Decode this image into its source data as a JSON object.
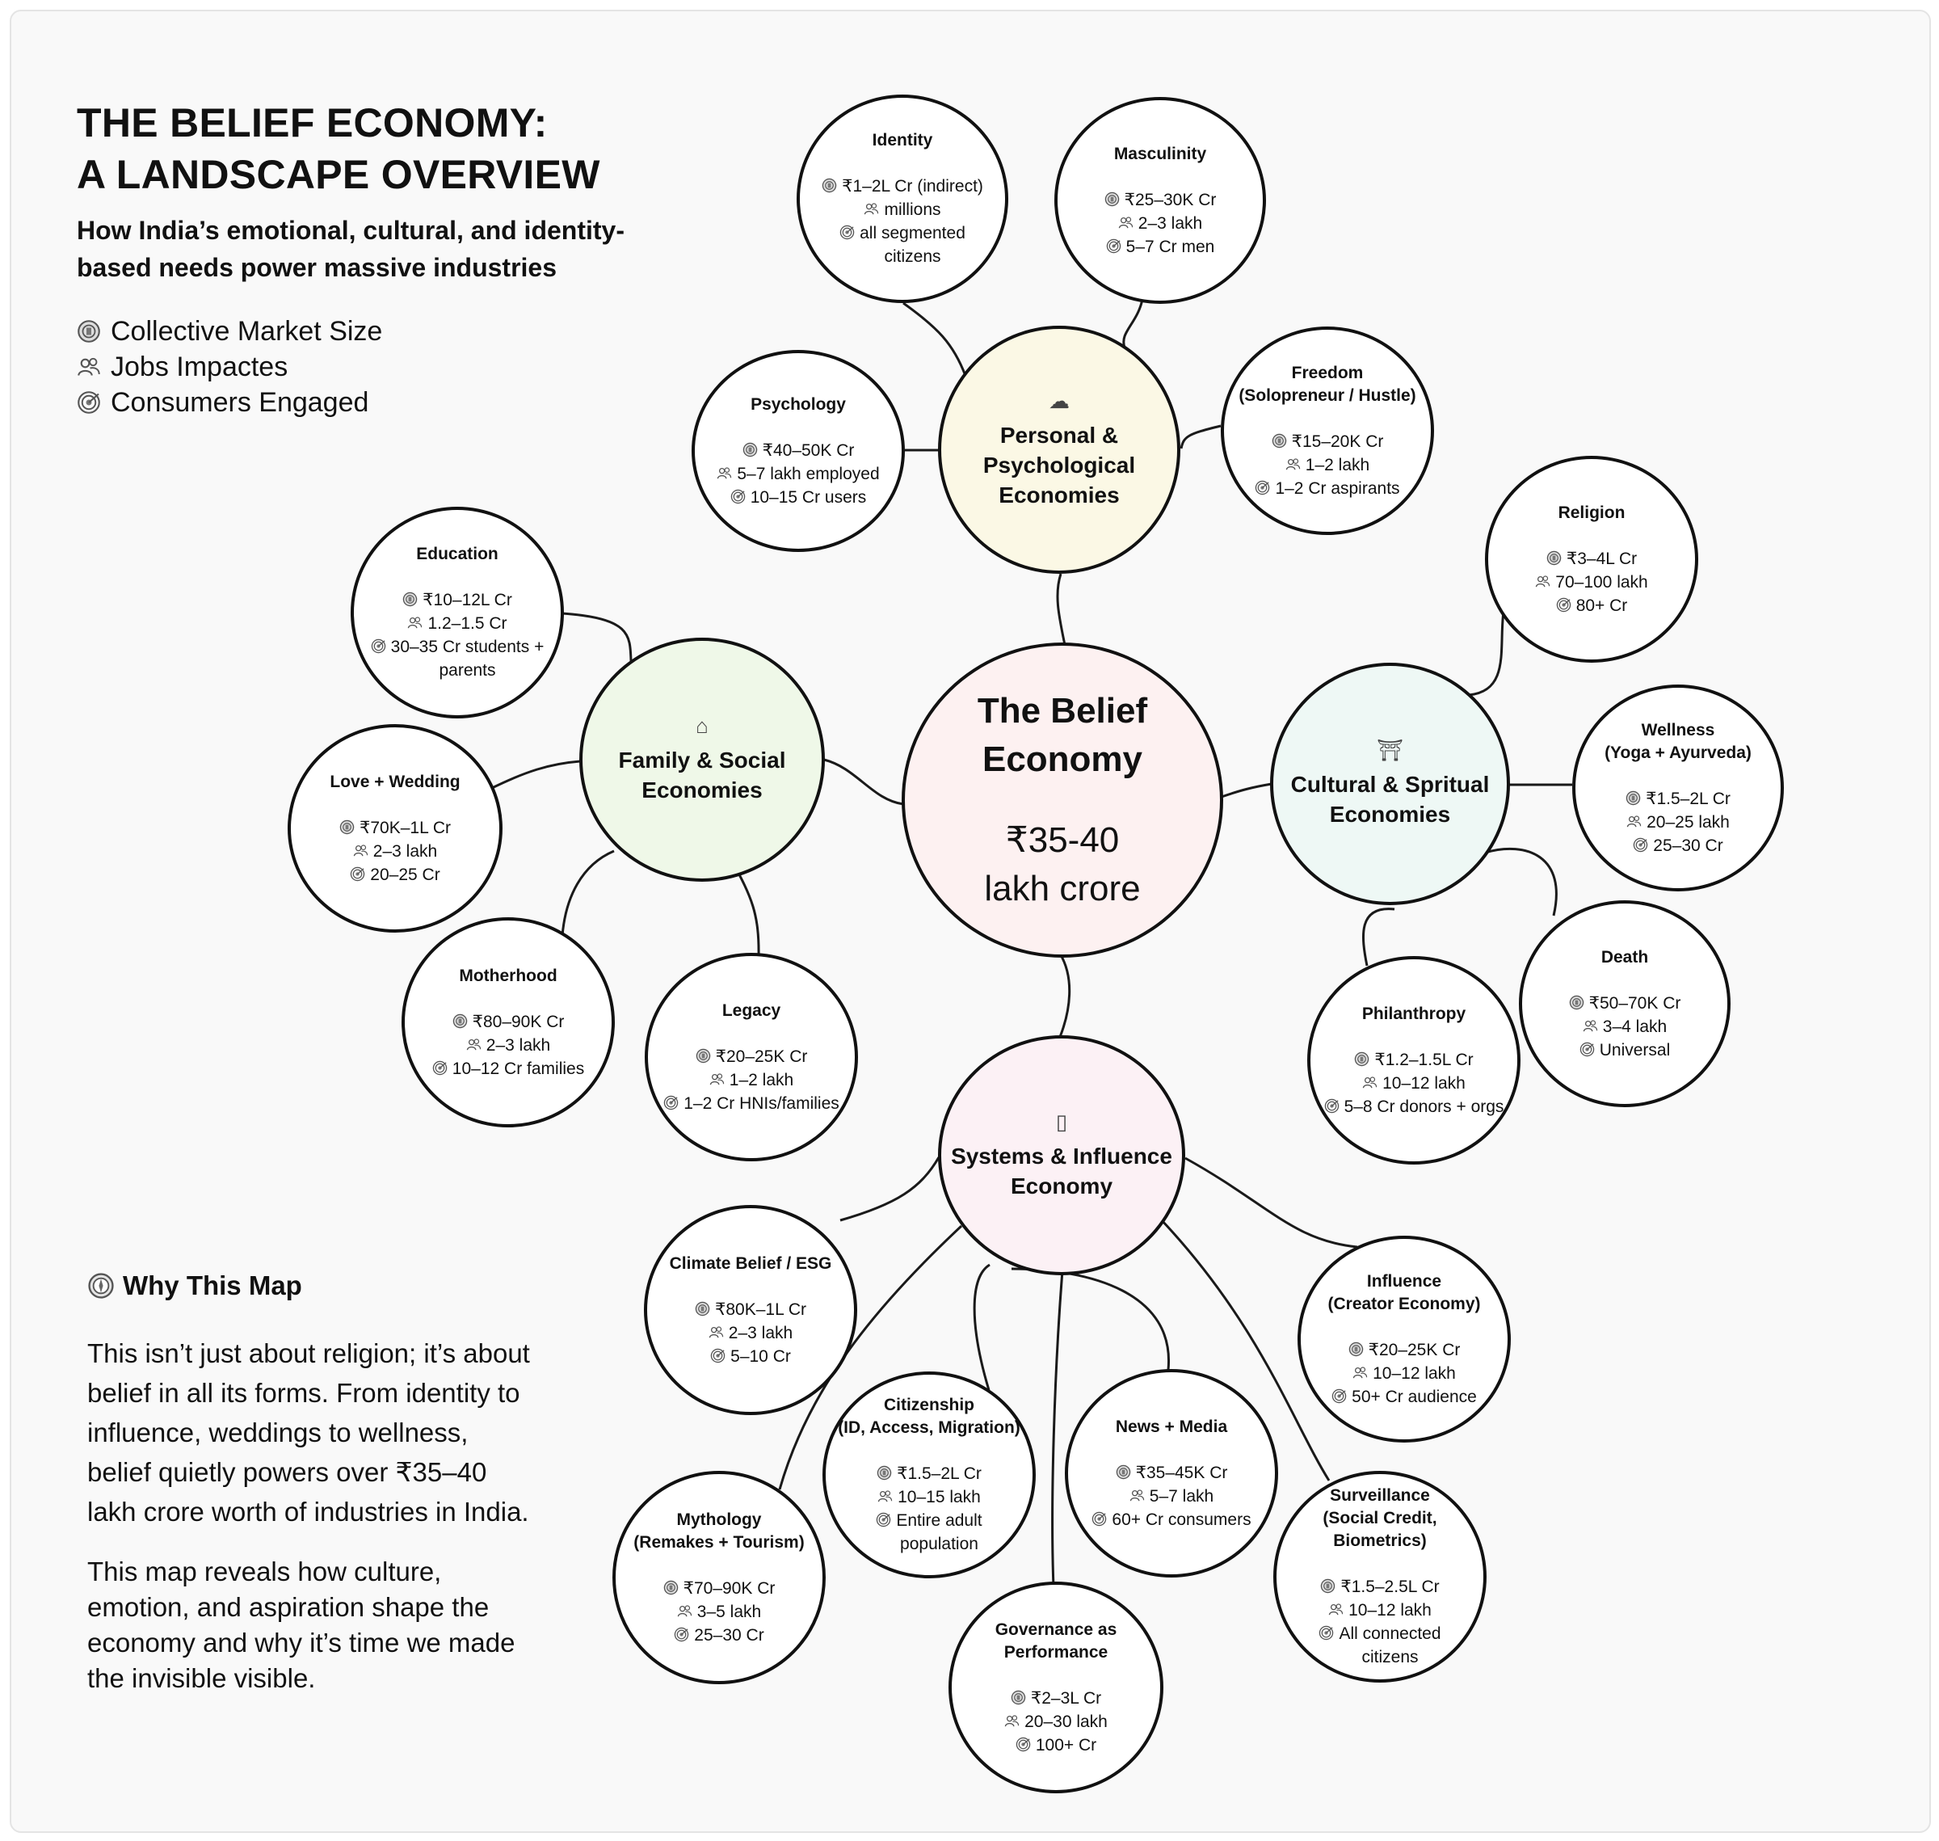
{
  "header": {
    "title_lines": [
      "THE BELIEF ECONOMY:",
      "A LANDSCAPE OVERVIEW"
    ],
    "subtitle_lines": [
      "How India’s emotional, cultural, and identity-",
      "based needs power massive industries"
    ]
  },
  "legend": {
    "market": "Collective Market Size",
    "jobs": "Jobs Impactes",
    "consumers": "Consumers Engaged"
  },
  "icons": {
    "market": "coin-icon",
    "jobs": "people-icon",
    "consumers": "target-icon",
    "personal": "thought-bubble-icon",
    "family": "house-icon",
    "cultural": "temple-icon",
    "systems": "phone-icon",
    "why": "compass-icon"
  },
  "center": {
    "title": [
      "The Belief",
      "Economy"
    ],
    "value": [
      "₹35-40",
      "lakh crore"
    ]
  },
  "hubs": {
    "personal": [
      "Personal &",
      "Psychological",
      "Economies"
    ],
    "family": [
      "Family & Social",
      "Economies"
    ],
    "cultural": [
      "Cultural & Spritual",
      "Economies"
    ],
    "systems": [
      "Systems & Influence",
      "Economy"
    ]
  },
  "nodes": {
    "identity": {
      "title": [
        "Identity"
      ],
      "market": [
        "₹1–2L Cr (indirect)"
      ],
      "jobs": [
        "millions"
      ],
      "consumers": [
        "all segmented",
        "citizens"
      ]
    },
    "masculinity": {
      "title": [
        "Masculinity"
      ],
      "market": [
        "₹25–30K Cr"
      ],
      "jobs": [
        "2–3 lakh"
      ],
      "consumers": [
        "5–7 Cr men"
      ]
    },
    "psychology": {
      "title": [
        "Psychology"
      ],
      "market": [
        "₹40–50K Cr"
      ],
      "jobs": [
        "5–7 lakh employed"
      ],
      "consumers": [
        "10–15 Cr users"
      ]
    },
    "freedom": {
      "title": [
        "Freedom",
        "(Solopreneur / Hustle)"
      ],
      "market": [
        "₹15–20K Cr"
      ],
      "jobs": [
        "1–2 lakh"
      ],
      "consumers": [
        "1–2 Cr aspirants"
      ]
    },
    "religion": {
      "title": [
        "Religion"
      ],
      "market": [
        "₹3–4L Cr"
      ],
      "jobs": [
        "70–100 lakh"
      ],
      "consumers": [
        "80+ Cr"
      ]
    },
    "wellness": {
      "title": [
        "Wellness",
        "(Yoga + Ayurveda)"
      ],
      "market": [
        "₹1.5–2L Cr"
      ],
      "jobs": [
        "20–25 lakh"
      ],
      "consumers": [
        "25–30 Cr"
      ]
    },
    "death": {
      "title": [
        "Death"
      ],
      "market": [
        "₹50–70K Cr"
      ],
      "jobs": [
        "3–4 lakh"
      ],
      "consumers": [
        "Universal"
      ]
    },
    "philanthropy": {
      "title": [
        "Philanthropy"
      ],
      "market": [
        "₹1.2–1.5L Cr"
      ],
      "jobs": [
        "10–12 lakh"
      ],
      "consumers": [
        "5–8 Cr donors + orgs"
      ]
    },
    "education": {
      "title": [
        "Education"
      ],
      "market": [
        "₹10–12L Cr"
      ],
      "jobs": [
        "1.2–1.5 Cr"
      ],
      "consumers": [
        "30–35 Cr students +",
        "parents"
      ]
    },
    "love": {
      "title": [
        "Love + Wedding"
      ],
      "market": [
        "₹70K–1L Cr"
      ],
      "jobs": [
        "2–3 lakh"
      ],
      "consumers": [
        "20–25 Cr"
      ]
    },
    "motherhood": {
      "title": [
        "Motherhood"
      ],
      "market": [
        "₹80–90K Cr"
      ],
      "jobs": [
        "2–3 lakh"
      ],
      "consumers": [
        "10–12 Cr families"
      ]
    },
    "legacy": {
      "title": [
        "Legacy"
      ],
      "market": [
        "₹20–25K Cr"
      ],
      "jobs": [
        "1–2 lakh"
      ],
      "consumers": [
        "1–2 Cr HNIs/families"
      ]
    },
    "climate": {
      "title": [
        "Climate Belief / ESG"
      ],
      "market": [
        "₹80K–1L Cr"
      ],
      "jobs": [
        "2–3 lakh"
      ],
      "consumers": [
        "5–10 Cr"
      ]
    },
    "influence": {
      "title": [
        "Influence",
        "(Creator Economy)"
      ],
      "market": [
        "₹20–25K Cr"
      ],
      "jobs": [
        "10–12 lakh"
      ],
      "consumers": [
        "50+ Cr audience"
      ]
    },
    "citizenship": {
      "title": [
        "Citizenship",
        "(ID, Access, Migration)"
      ],
      "market": [
        "₹1.5–2L Cr"
      ],
      "jobs": [
        "10–15 lakh"
      ],
      "consumers": [
        "Entire adult",
        "population"
      ]
    },
    "news": {
      "title": [
        "News + Media"
      ],
      "market": [
        "₹35–45K Cr"
      ],
      "jobs": [
        "5–7 lakh"
      ],
      "consumers": [
        "60+ Cr consumers"
      ]
    },
    "mythology": {
      "title": [
        "Mythology",
        "(Remakes + Tourism)"
      ],
      "market": [
        "₹70–90K Cr"
      ],
      "jobs": [
        "3–5 lakh"
      ],
      "consumers": [
        "25–30 Cr"
      ]
    },
    "surveillance": {
      "title": [
        "Surveillance",
        "(Social Credit,",
        "Biometrics)"
      ],
      "market": [
        "₹1.5–2.5L Cr"
      ],
      "jobs": [
        "10–12 lakh"
      ],
      "consumers": [
        "All connected",
        "citizens"
      ]
    },
    "governance": {
      "title": [
        "Governance as",
        "Performance"
      ],
      "market": [
        "₹2–3L Cr"
      ],
      "jobs": [
        "20–30 lakh"
      ],
      "consumers": [
        "100+ Cr"
      ]
    }
  },
  "why": {
    "heading": "Why This Map",
    "para1": [
      "This isn’t just about religion; it’s about",
      "belief in all its forms. From identity to",
      "influence, weddings to wellness,",
      "belief quietly powers over ₹35–40",
      "lakh crore worth of industries in India."
    ],
    "para2": [
      "This map reveals how culture,",
      "emotion, and aspiration shape the",
      "economy and why it’s time we made",
      "the invisible visible."
    ]
  }
}
